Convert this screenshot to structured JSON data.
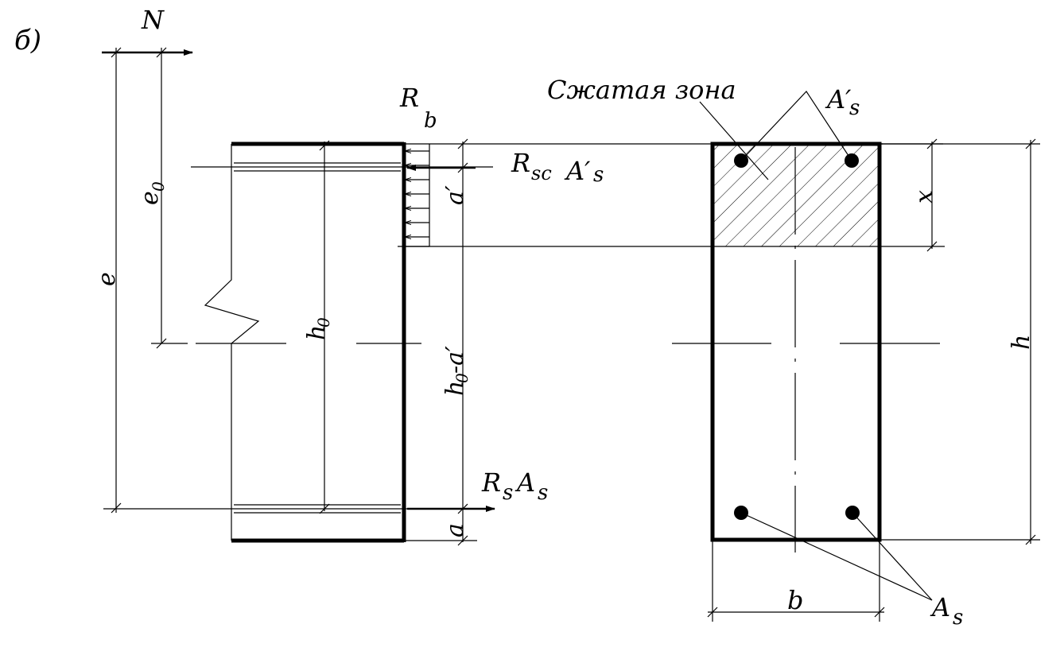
{
  "labels": {
    "fig": "б)",
    "N": "N",
    "e": "e",
    "e0_main": "e",
    "e0_sub": "0",
    "Rb_main": "R",
    "Rb_sub": "b",
    "Rsc_main": "R",
    "Rsc_sub": "sc",
    "As_prime_top": "A′",
    "As_prime_top_sub": "s",
    "a_prime": "a′",
    "h0": "h",
    "h0_sub": "0",
    "h0_minus_a": "h",
    "h0_minus_a_sub": "0",
    "h0_minus_a_tail": "-a′",
    "Rs_main": "R",
    "Rs_sub": "s",
    "As_main": "A",
    "As_sub": "s",
    "a": "a",
    "compressed_zone": "Сжатая зона",
    "As_prime_right": "A′",
    "As_prime_right_sub": "s",
    "x": "x",
    "h": "h",
    "b": "b",
    "As_right": "A",
    "As_right_sub": "s"
  }
}
